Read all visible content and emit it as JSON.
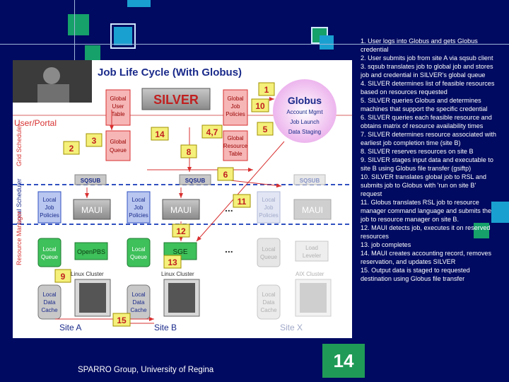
{
  "diagram": {
    "title": "Job Life Cycle (With Globus)",
    "silver": "SILVER",
    "globus": {
      "name": "Globus",
      "lines": [
        "Account Mgmt",
        "Job Launch",
        "Data Staging"
      ]
    },
    "global_user_table": [
      "Global",
      "User",
      "Table"
    ],
    "global_job_policies": [
      "Global",
      "Job",
      "Policies"
    ],
    "global_queue": [
      "Global",
      "Queue"
    ],
    "global_resource_table": [
      "Global",
      "Resource",
      "Table"
    ],
    "user_portal": "User/Portal",
    "grid_scheduler": "Grid Scheduler",
    "local_scheduler": "Local Scheduler",
    "resource_manager": "Resource Manager",
    "sqsub": "SQSUB",
    "maui": "MAUI",
    "local_job_policies": [
      "Local",
      "Job",
      "Policies"
    ],
    "local_queue": [
      "Local",
      "Queue"
    ],
    "local_data_cache": [
      "Local",
      "Data",
      "Cache"
    ],
    "openpbs": "OpenPBS",
    "sge": "SGE",
    "load_leveler": [
      "Load",
      "Leveler"
    ],
    "linux_cluster": "Linux Cluster",
    "aix_cluster": "AIX Cluster",
    "ellipsis": "...",
    "sites": [
      "Site A",
      "Site B",
      "Site X"
    ],
    "step_labels": [
      "1",
      "2",
      "3",
      "4,7",
      "5",
      "6",
      "8",
      "9",
      "10",
      "11",
      "12",
      "13",
      "14",
      "15"
    ]
  },
  "notes": [
    "1. User logs into Globus and gets Globus credential",
    "2. User submits job from site A via sqsub client",
    "3. sqsub translates job to global job and stores job and credential in SILVER's global queue",
    "4. SILVER determines list of feasible resources based on resources requested",
    "5. SILVER queries Globus and determines machines that support the specific credential",
    "6. SILVER queries each feasible resource and obtains matrix of resource availability times",
    "7. SILVER determines resource associated with earliest job completion time (site B)",
    "8. SILVER reserves resources on site B",
    "9. SILVER stages input data and executable to site B using Globus file transfer (gsiftp)",
    "10. SILVER translates global job to RSL and submits job to Globus with 'run on site B' request",
    "11. Globus translates RSL job to resource manager command language and submits the job to resource manager on site B.",
    "12. MAUI detects job, executes it on reserved resources",
    "13. job completes",
    "14. MAUI creates accounting record, removes reservation, and updates SILVER",
    "15. Output data is staged to requested destination using Globus file transfer"
  ],
  "footer": "SPARRO Group, University of Regina",
  "page_number": "14",
  "colors": {
    "background": "#000a60",
    "accent_green": "#1f9a57",
    "accent_cyan": "#1aa0d0"
  }
}
